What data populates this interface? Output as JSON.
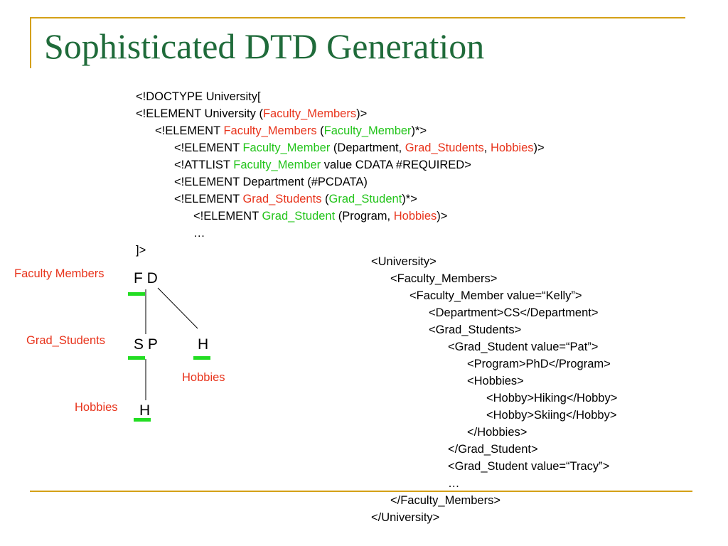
{
  "slide": {
    "title": "Sophisticated DTD Generation",
    "accent_color": "#d4a017",
    "title_color": "#1f6b3a",
    "red_color": "#e8341c",
    "green_color": "#22c41a"
  },
  "dtd_lines": [
    [
      {
        "t": "<!DOCTYPE University["
      }
    ],
    [
      {
        "t": "<!ELEMENT University ("
      },
      {
        "t": "Faculty_Members",
        "c": "r"
      },
      {
        "t": ")>"
      }
    ],
    [
      {
        "t": "<!ELEMENT "
      },
      {
        "t": "Faculty_Members",
        "c": "r"
      },
      {
        "t": " ("
      },
      {
        "t": "Faculty_Member",
        "c": "g"
      },
      {
        "t": ")*>"
      }
    ],
    [
      {
        "t": "<!ELEMENT "
      },
      {
        "t": "Faculty_Member",
        "c": "g"
      },
      {
        "t": " (Department, "
      },
      {
        "t": "Grad_Students",
        "c": "r"
      },
      {
        "t": ", "
      },
      {
        "t": "Hobbies",
        "c": "r"
      },
      {
        "t": ")>"
      }
    ],
    [
      {
        "t": "<!ATTLIST "
      },
      {
        "t": "Faculty_Member",
        "c": "g"
      },
      {
        "t": " value CDATA #REQUIRED>"
      }
    ],
    [
      {
        "t": "<!ELEMENT Department (#PCDATA)"
      }
    ],
    [
      {
        "t": "<!ELEMENT "
      },
      {
        "t": "Grad_Students",
        "c": "r"
      },
      {
        "t": " ("
      },
      {
        "t": "Grad_Student",
        "c": "g"
      },
      {
        "t": ")*>"
      }
    ],
    [
      {
        "t": "<!ELEMENT "
      },
      {
        "t": "Grad_Student",
        "c": "g"
      },
      {
        "t": " (Program, "
      },
      {
        "t": "Hobbies",
        "c": "r"
      },
      {
        "t": ")>"
      }
    ],
    [
      {
        "t": "…"
      }
    ],
    [
      {
        "t": "]>"
      }
    ]
  ],
  "dtd_indent": [
    0,
    0,
    1,
    2,
    2,
    2,
    2,
    3,
    3,
    0
  ],
  "xml_lines": [
    "<University>",
    "<Faculty_Members>",
    "<Faculty_Member value=“Kelly”>",
    "<Department>CS</Department>",
    "<Grad_Students>",
    "<Grad_Student value=“Pat”>",
    "<Program>PhD</Program>",
    "<Hobbies>",
    "<Hobby>Hiking</Hobby>",
    "<Hobby>Skiing</Hobby>",
    "</Hobbies>",
    "</Grad_Student>",
    "<Grad_Student value=“Tracy”>",
    "…",
    "</Faculty_Members>",
    "</University>"
  ],
  "xml_indent": [
    0,
    1,
    2,
    3,
    3,
    4,
    5,
    5,
    6,
    6,
    5,
    4,
    4,
    4,
    1,
    0
  ],
  "tree": {
    "label_faculty_members": "Faculty Members",
    "label_grad_students": "Grad_Students",
    "label_hobbies_left": "Hobbies",
    "label_hobbies_right": "Hobbies",
    "node_fd": "F D",
    "node_sp": "S P",
    "node_h_right": "H",
    "node_h_bottom": "H"
  }
}
